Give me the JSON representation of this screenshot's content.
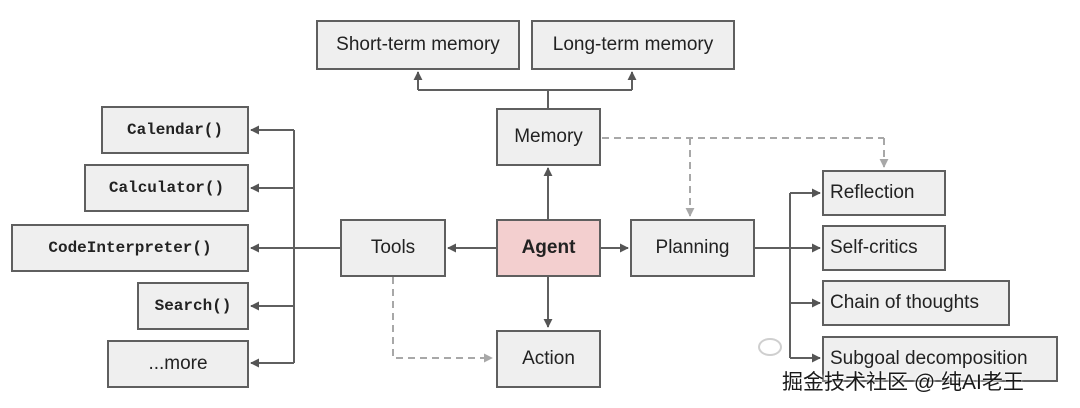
{
  "diagram": {
    "nodes": {
      "short_term_memory": "Short-term memory",
      "long_term_memory": "Long-term memory",
      "memory": "Memory",
      "tools": "Tools",
      "agent": "Agent",
      "planning": "Planning",
      "action": "Action",
      "calendar": "Calendar()",
      "calculator": "Calculator()",
      "code_interpreter": "CodeInterpreter()",
      "search": "Search()",
      "more": "...more",
      "reflection": "Reflection",
      "self_critics": "Self-critics",
      "chain_of_thoughts": "Chain of thoughts",
      "subgoal_decomposition": "Subgoal decomposition"
    },
    "colors": {
      "node_fill": "#efefef",
      "agent_fill": "#f3cfcf",
      "border": "#5f5f5f",
      "dashed_line": "#a8a8a8"
    }
  },
  "watermark": {
    "text": "掘金技术社区 @ 纯AI老王"
  }
}
